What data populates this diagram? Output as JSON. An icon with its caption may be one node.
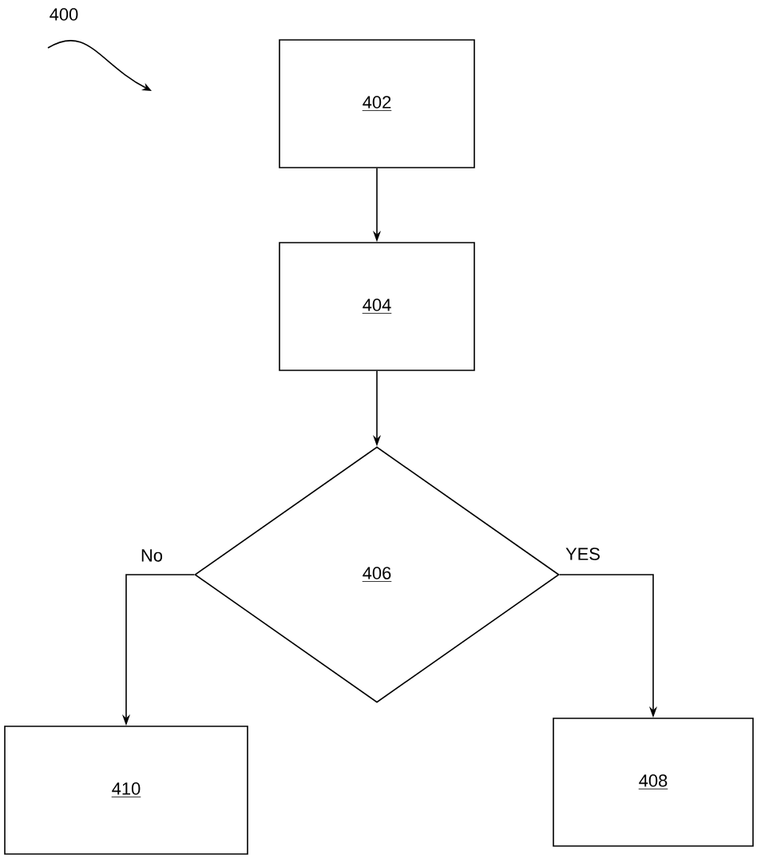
{
  "diagram": {
    "nodes": [
      {
        "text": [
          "402"
        ]
      },
      {
        "text": [
          "404"
        ]
      },
      {
        "text": [
          "406"
        ]
      },
      {
        "text": [
          "410"
        ]
      },
      {
        "text": [
          "408"
        ]
      }
    ],
    "edges": [
      {
        "from": 0,
        "to": 1,
        "arrow": "to"
      },
      {
        "from": 1,
        "to": 2,
        "arrow": "to"
      },
      {
        "from": 2,
        "to": 3,
        "arrow": "to",
        "label": "No"
      },
      {
        "from": 2,
        "to": 4,
        "arrow": "to",
        "label": "YES"
      }
    ],
    "labels": [
      "400"
    ]
  }
}
